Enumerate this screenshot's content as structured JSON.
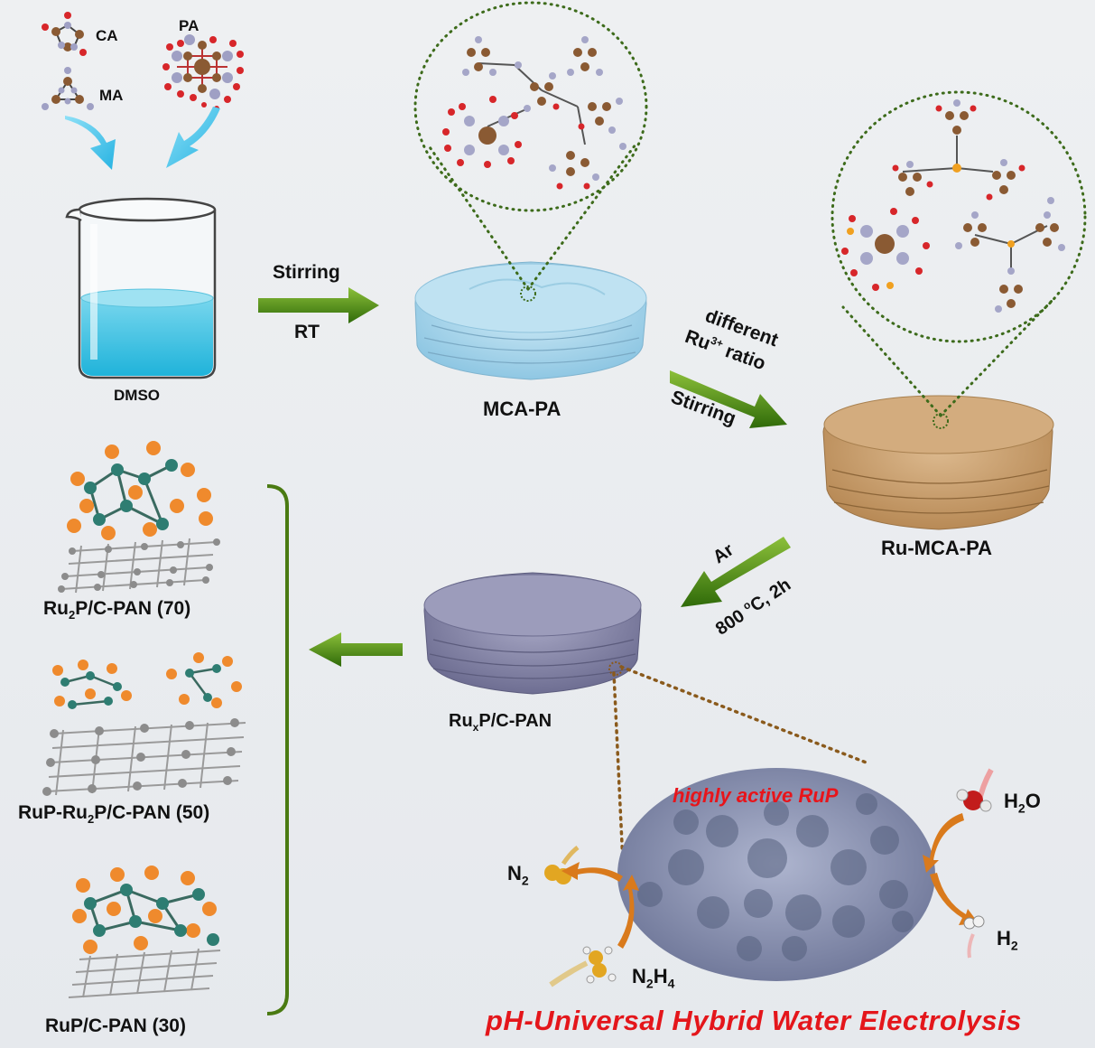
{
  "labels": {
    "ca": "CA",
    "pa": "PA",
    "ma": "MA",
    "dmso": "DMSO",
    "stirring1": "Stirring",
    "rt": "RT",
    "mca_pa": "MCA-PA",
    "different": "different",
    "ru_prefix": "Ru",
    "ru_sup": "3+",
    "ratio": "ratio",
    "stirring2": "Stirring",
    "ru_mca_pa": "Ru-MCA-PA",
    "ar": "Ar",
    "temp_prefix": "800 ",
    "temp_sup": "o",
    "temp_suffix": "C, 2h",
    "rux_prefix": "Ru",
    "rux_sub": "x",
    "rux_suffix": "P/C-PAN",
    "ru2p_prefix": "Ru",
    "ru2p_sub": "2",
    "ru2p_suffix": "P/C-PAN (70)",
    "mix_prefix": "RuP-Ru",
    "mix_sub": "2",
    "mix_suffix": "P/C-PAN (50)",
    "rup": "RuP/C-PAN (30)",
    "highly_active": "highly active RuP",
    "h2o_prefix": "H",
    "h2o_sub": "2",
    "h2o_suffix": "O",
    "h2_prefix": "H",
    "h2_sub": "2",
    "n2_prefix": "N",
    "n2_sub": "2",
    "n2h4_prefix": "N",
    "n2h4_sub1": "2",
    "n2h4_mid": "H",
    "n2h4_sub2": "4",
    "bottom_title": "pH-Universal Hybrid Water Electrolysis"
  },
  "colors": {
    "arrow_green": "#4f8a12",
    "arrow_cyan": "#4cc7ea",
    "liquid": "#2fbfe0",
    "mca_pa": "#a9d6ec",
    "ru_mca_pa": "#c9a071",
    "rux": "#8a8aa8",
    "title_red": "#e4161b",
    "ru_atom": "#2e7d72",
    "p_atom": "#ee8a2e",
    "c_atom": "#8a8a8a"
  },
  "icons": [
    "molecule-ca-icon",
    "molecule-pa-icon",
    "molecule-ma-icon",
    "beaker-icon",
    "disc-icon",
    "atom-cluster-icon",
    "graphene-icon",
    "bracket-icon",
    "tem-image"
  ]
}
